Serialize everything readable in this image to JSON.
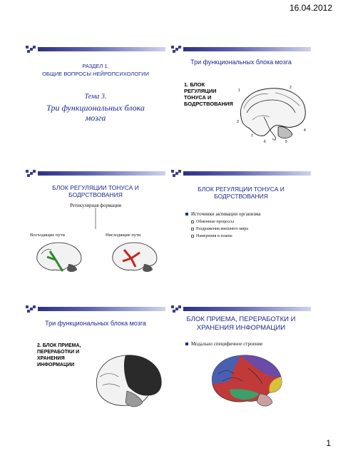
{
  "header": {
    "date": "16.04.2012"
  },
  "footer": {
    "page_number": "1"
  },
  "slides": [
    {
      "section": "РАЗДЕЛ 1.",
      "subtitle": "ОБЩИЕ ВОПРОСЫ НЕЙРОПСИХОЛОГИИ",
      "topic": "Тема 3.",
      "title": "Три функциональных блока мозга"
    },
    {
      "title": "Три функциональных блока мозга",
      "label": "1. БЛОК РЕГУЛЯЦИИ ТОНУСА И БОДРСТВОВАНИЯ",
      "figure_numbers": [
        "1",
        "2",
        "3",
        "4",
        "5",
        "6",
        "7"
      ]
    },
    {
      "title": "БЛОК РЕГУЛЯЦИИ ТОНУСА И БОДРСТВОВАНИЯ",
      "subtitle": "Ретикулярная формация",
      "left_label": "Восходящие пути",
      "right_label": "Нисходящие пути"
    },
    {
      "title": "БЛОК РЕГУЛЯЦИИ ТОНУСА И БОДРСТВОВАНИЯ",
      "bullet": "Источники активации организма",
      "sub_bullets": [
        "Обменные процессы",
        "Раздражения внешнего мира",
        "Намерения и планы"
      ]
    },
    {
      "title": "Три функциональных блока мозга",
      "label": "2. БЛОК ПРИЕМА, ПЕРЕРАБОТКИ И ХРАНЕНИЯ ИНФОРМАЦИИ"
    },
    {
      "title": "БЛОК ПРИЕМА, ПЕРЕРАБОТКИ И ХРАНЕНИЯ ИНФОРМАЦИИ",
      "bullet": "Модально специфичное строение"
    }
  ],
  "colors": {
    "title_blue": "#1c2a8c",
    "bar_dark": "#2e3183"
  }
}
